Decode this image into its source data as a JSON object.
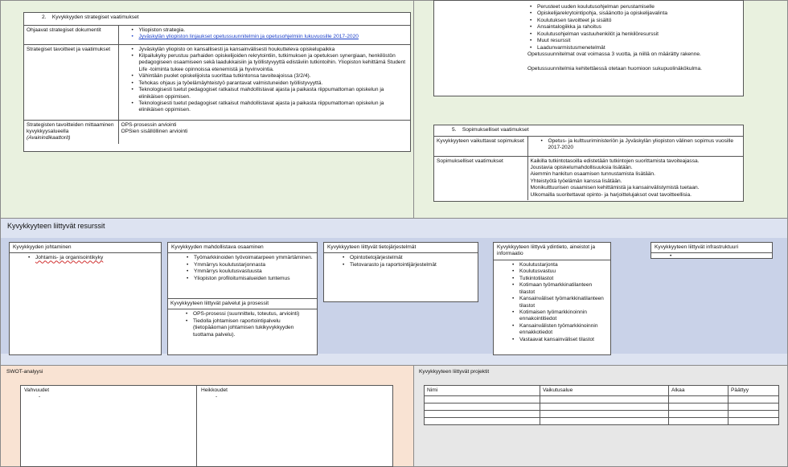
{
  "strategic": {
    "heading_number": "2.",
    "heading": "Kyvykkyyden strategiset vaatimukset",
    "row1_label": "Ohjaavat strategiset dokumentit",
    "row1_items": [
      "Yliopiston strategia.",
      "Jyväskylän yliopiston linjaukset opetussuunnitelmin ja opetusohjelmiin lukuvuosille 2017-2020"
    ],
    "row2_label": "Strategiset tavoitteet ja vaatimukset",
    "row2_items": [
      "Jyväskylän yliopisto on kansallisesti ja kansainvälisesti houkutteleva opiskelupaikka",
      "Kilpailukyky perustuu parhaiden opiskelijoiden rekrytointiin, tutkimuksen ja opetuksen synergiaan, henkilöstön pedagogiseen osaamiseen sekä laadukkaisiin ja työllistyvyyttä edistäviin tutkintoihin. Yliopiston kehittämä Student Life -toiminta tukee opinnoissa etenemistä ja hyvinvointia.",
      "Vähintään puolet opiskelijoista suorittaa tutkintonsa tavoiteajoissa (3/2/4).",
      "Tehokas ohjaus ja työelämäyhteistyö parantavat valmistuneiden työllistyvyyttä.",
      "Teknologisesti tuetut pedagogiset ratkaisut mahdollistavat ajasta ja paikasta riippumattoman opiskelun ja elinikäisen oppimisen.",
      "Teknologisesti tuetut pedagogiset ratkaisut mahdollistavat ajasta ja paikasta riippumattoman opiskelun ja elinikäisen oppimisen."
    ],
    "row3_label_1": "Strategisten tavoitteiden mittaaminen kyvykkyysalueella",
    "row3_label_2": "(Avainindikaattorit)",
    "row3_values": [
      "OPS-prosessin arviointi",
      "OPSien sisällöllinen arviointi"
    ]
  },
  "requirements_top": {
    "items": [
      "Perusteet uuden koulutusohjelman perustamiselle",
      "Opiskelijarekrytointipohja, sisäänotto ja opiskelijavalinta",
      "Koulutuksen tavoitteet ja sisältö",
      "Ansaintalogiikka ja rahoitus",
      "Koulutusohjelman vastuuhenkilöt ja henkilöresurssit",
      "Muut resurssit",
      "Laadunvarmistusmenetelmät"
    ],
    "text1": "Opetussuunnitelmat ovat voimassa 3 vuotta, ja niillä on määrätty rakenne.",
    "text2": "Opetussuunnitelmia kehitettäessä otetaan huomioon sukupuolinäkökulma."
  },
  "contractual": {
    "heading_number": "5.",
    "heading": "Sopimukselliset vaatimukset",
    "row1_label": "Kyvykkyyteen vaikuttavat sopimukset",
    "row1_item": "Opetus- ja kulttuuriministeriön ja Jyväskylän yliopiston välinen sopimus vuosille 2017-2020",
    "row2_label": "Sopimukselliset vaatimukset",
    "row2_lines": [
      "Kaikilla tutkintotasoilla edistetään tutkintojen suorittamista tavoiteajassa.",
      "Joustavia opiskelumahdollisuuksia lisätään.",
      "Aiemmin hankitun osaamisen tunnustamista lisätään.",
      "Yhteistyötä työelämän kanssa lisätään.",
      "Monikulttuurisen osaamisen kehittämistä ja kansainvälistymistä tuetaan.",
      "Ulkomailla suoritettavat opinto- ja harjoittelujaksot ovat tavoitteellisia."
    ]
  },
  "resources": {
    "title": "Kyvykkyyteen liittyvät resurssit",
    "leadership": {
      "title": "Kyvykkyyden johtaminen",
      "items": [
        "Johtamis- ja organisointikyky"
      ]
    },
    "skills": {
      "title": "Kyvykkyyden mahdollistava osaaminen",
      "items": [
        "Työmarkkinoiden työvoimatarpeen ymmärtäminen.",
        "Ymmärrys koulutustarjonnasta",
        "Ymmärrys koulutusvastuusta",
        "Yliopiston profiloitumisalueiden tuntemus"
      ]
    },
    "services": {
      "title": "Kyvykkyyteen liittyvät palvelut ja prosessit",
      "items": [
        "OPS-prosessi (suunnittelu, toteutus, arviointi)",
        "Tiedolla johtamisen raportointipalvelu (tietopääoman johtamisen tukikyvykkyyden tuottama palvelu)."
      ]
    },
    "systems": {
      "title": "Kyvykkyyteen liittyvät tietojärjestelmät",
      "items": [
        "Opintotietojärjestelmät",
        "Tietovarasto ja raportointijärjestelmät"
      ]
    },
    "data": {
      "title": "Kyvykkyyteen liittyvä ydintieto, aineistot ja informaatio",
      "items": [
        "Koulutustarjonta",
        "Koulutusvastuu",
        "Tutkintotilastot",
        "Kotimaan työmarkkinatilanteen tilastot",
        "Kansainväliset työmarkkinatilanteen tilastot",
        "Kotimaisen työmarkkinoinnin ennakointitiedot",
        "Kansainvälisten työmarkkinoinnin ennakkotiedot",
        "Vastaavat kansainväliset tilastot"
      ]
    },
    "infra": {
      "title": "Kyvykkyyteen liittyvät infrastruktuuri",
      "items": [
        ""
      ]
    }
  },
  "swot": {
    "title": "SWOT-analyysi",
    "strengths": "Vahvuudet",
    "weaknesses": "Heikkoudet",
    "dash": "-"
  },
  "projects": {
    "title": "Kyvykkyyteen liittyvät projektit",
    "columns": [
      "Nimi",
      "Vaikutusalue",
      "Alkaa",
      "Päättyy"
    ]
  }
}
